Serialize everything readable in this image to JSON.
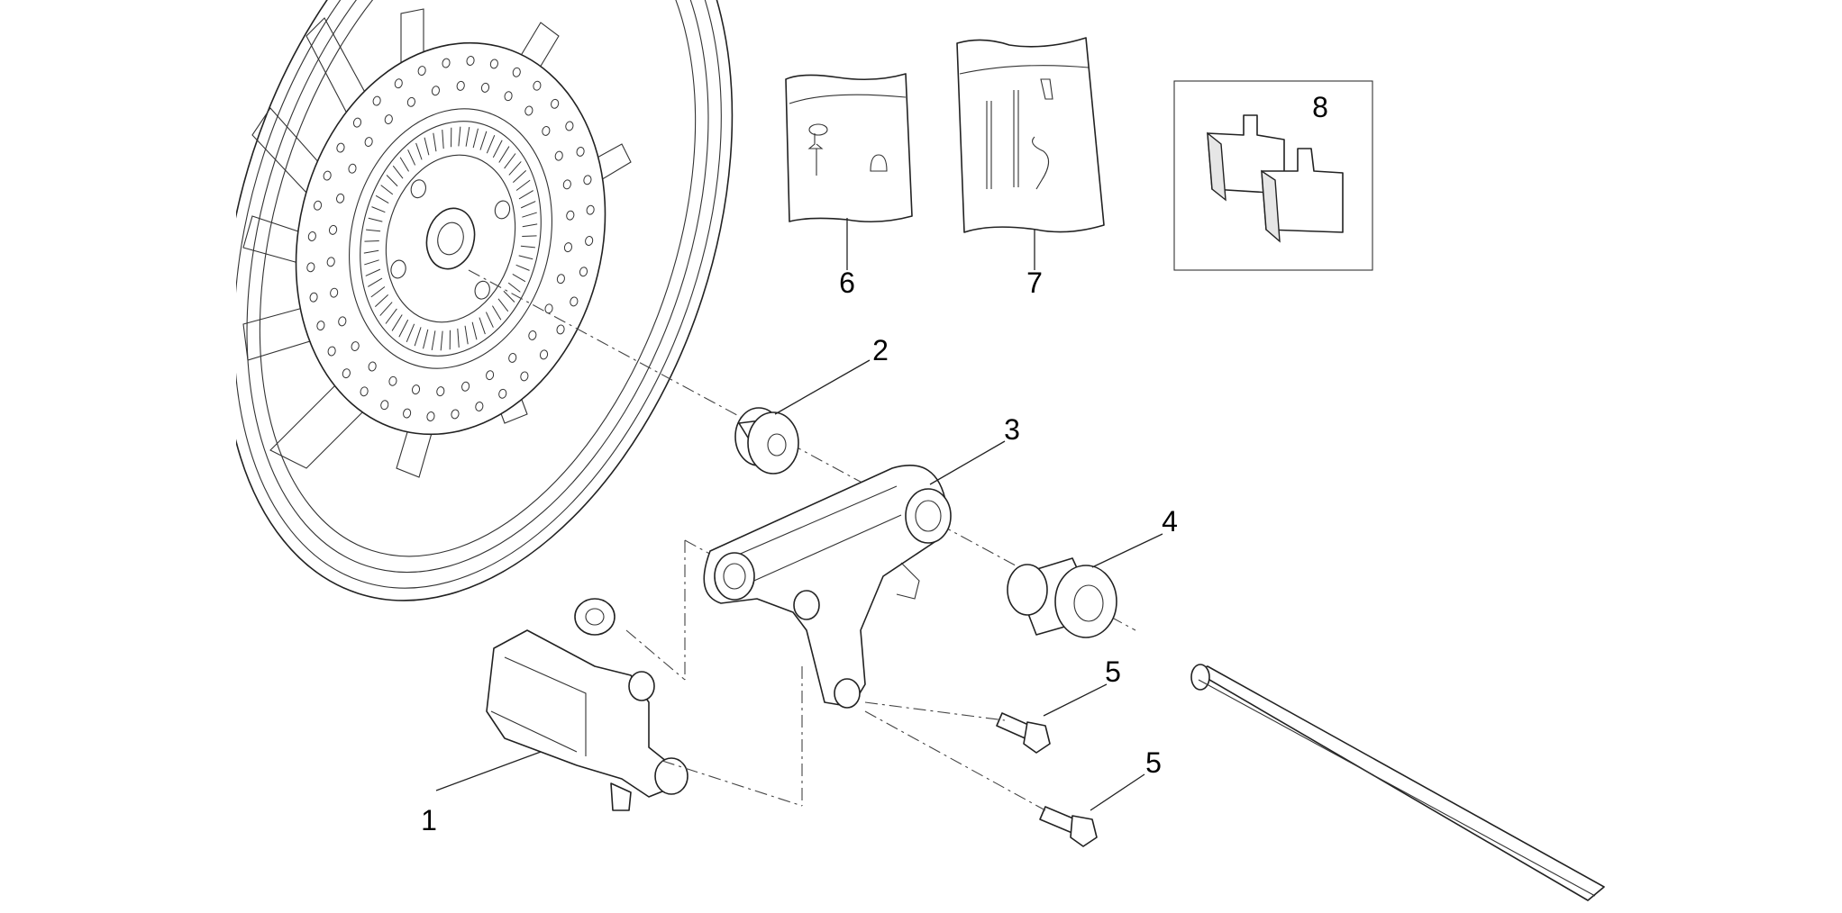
{
  "callouts": [
    {
      "id": "1",
      "label": "1"
    },
    {
      "id": "2",
      "label": "2"
    },
    {
      "id": "3",
      "label": "3"
    },
    {
      "id": "4",
      "label": "4"
    },
    {
      "id": "5a",
      "label": "5"
    },
    {
      "id": "5b",
      "label": "5"
    },
    {
      "id": "6",
      "label": "6"
    },
    {
      "id": "7",
      "label": "7"
    },
    {
      "id": "8",
      "label": "8"
    }
  ],
  "icons": [
    "wheel-icon",
    "brake-disc-icon",
    "caliper-icon",
    "spacer-icon",
    "bracket-icon",
    "bushing-icon",
    "bolt-icon",
    "kit-bag-icon",
    "brake-pads-icon",
    "axle-icon"
  ]
}
